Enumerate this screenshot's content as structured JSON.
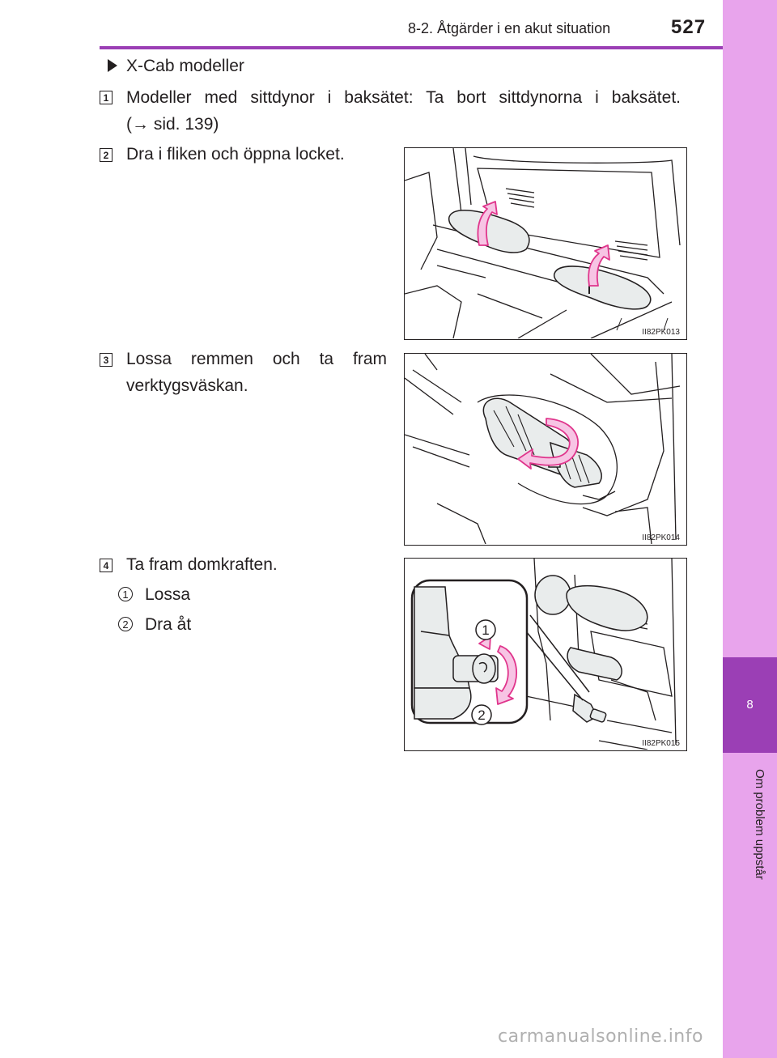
{
  "header": {
    "section": "8-2. Åtgärder i en akut situation",
    "page_number": "527"
  },
  "side_tab": {
    "chapter_number": "8",
    "chapter_title": "Om problem uppstår"
  },
  "content": {
    "model_heading": "X-Cab modeller",
    "steps": [
      {
        "number": "1",
        "line1": "Modeller med sittdynor i baksätet: Ta bort sittdynorna i baksätet.",
        "line2": "(→ sid. 139)"
      },
      {
        "number": "2",
        "line1": "Dra i fliken och öppna locket."
      },
      {
        "number": "3",
        "line1": "Lossa remmen och ta fram",
        "line2": "verktygsväskan."
      },
      {
        "number": "4",
        "line1": "Ta fram domkraften."
      }
    ],
    "sub_items": [
      {
        "number": "1",
        "label": "Lossa"
      },
      {
        "number": "2",
        "label": "Dra åt"
      }
    ]
  },
  "figures": [
    {
      "code": "II82PK013"
    },
    {
      "code": "II82PK014"
    },
    {
      "code": "II82PK015",
      "callouts": [
        "1",
        "2"
      ]
    }
  ],
  "watermark": "carmanualsonline.info",
  "colors": {
    "accent": "#9b3fb5",
    "tab": "#e8a4ec",
    "arrow_fill": "#f7c4e4",
    "arrow_stroke": "#e0358c"
  }
}
